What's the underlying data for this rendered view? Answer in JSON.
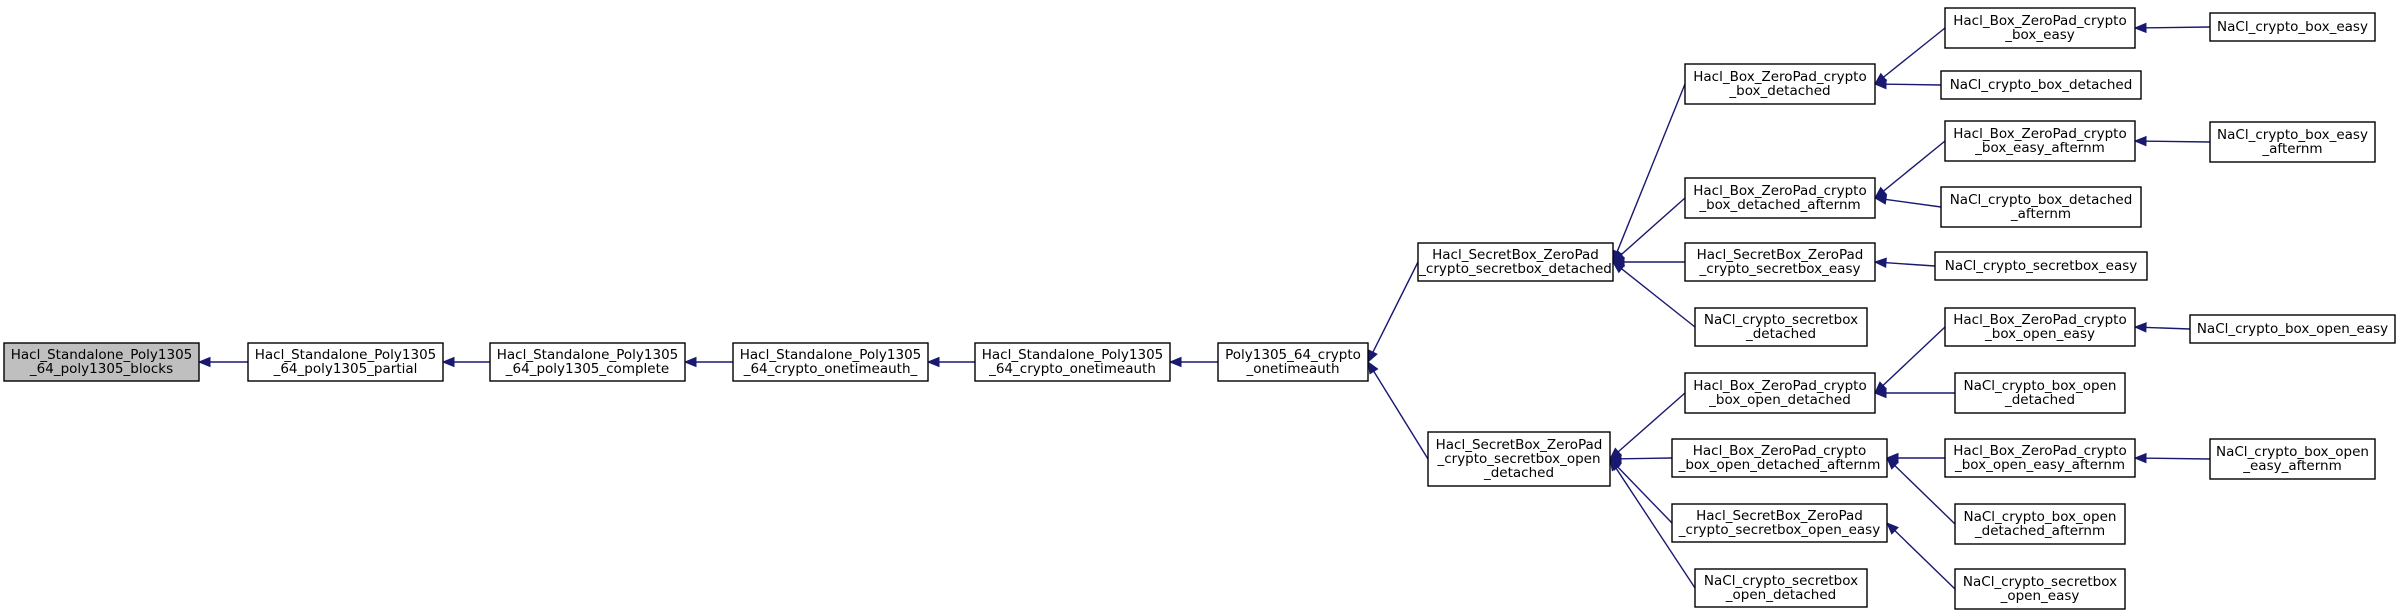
{
  "graph": {
    "nodes": [
      {
        "id": "n0",
        "lines": [
          "Hacl_Standalone_Poly1305",
          "_64_poly1305_blocks"
        ],
        "root": true
      },
      {
        "id": "n1",
        "lines": [
          "Hacl_Standalone_Poly1305",
          "_64_poly1305_partial"
        ]
      },
      {
        "id": "n2",
        "lines": [
          "Hacl_Standalone_Poly1305",
          "_64_poly1305_complete"
        ]
      },
      {
        "id": "n3",
        "lines": [
          "Hacl_Standalone_Poly1305",
          "_64_crypto_onetimeauth_"
        ]
      },
      {
        "id": "n4",
        "lines": [
          "Hacl_Standalone_Poly1305",
          "_64_crypto_onetimeauth"
        ]
      },
      {
        "id": "n5",
        "lines": [
          "Poly1305_64_crypto",
          "_onetimeauth"
        ]
      },
      {
        "id": "n6",
        "lines": [
          "Hacl_SecretBox_ZeroPad",
          "_crypto_secretbox_detached"
        ]
      },
      {
        "id": "n7",
        "lines": [
          "Hacl_SecretBox_ZeroPad",
          "_crypto_secretbox_open",
          "_detached"
        ]
      },
      {
        "id": "n8",
        "lines": [
          "Hacl_Box_ZeroPad_crypto",
          "_box_detached"
        ]
      },
      {
        "id": "n9",
        "lines": [
          "Hacl_Box_ZeroPad_crypto",
          "_box_detached_afternm"
        ]
      },
      {
        "id": "n10",
        "lines": [
          "Hacl_SecretBox_ZeroPad",
          "_crypto_secretbox_easy"
        ]
      },
      {
        "id": "n11",
        "lines": [
          "NaCl_crypto_secretbox",
          "_detached"
        ]
      },
      {
        "id": "n12",
        "lines": [
          "Hacl_Box_ZeroPad_crypto",
          "_box_open_detached"
        ]
      },
      {
        "id": "n13",
        "lines": [
          "Hacl_Box_ZeroPad_crypto",
          "_box_open_detached_afternm"
        ]
      },
      {
        "id": "n14",
        "lines": [
          "Hacl_SecretBox_ZeroPad",
          "_crypto_secretbox_open_easy"
        ]
      },
      {
        "id": "n15",
        "lines": [
          "NaCl_crypto_secretbox",
          "_open_detached"
        ]
      },
      {
        "id": "n16",
        "lines": [
          "Hacl_Box_ZeroPad_crypto",
          "_box_easy"
        ]
      },
      {
        "id": "n17",
        "lines": [
          "NaCl_crypto_box_detached"
        ]
      },
      {
        "id": "n18",
        "lines": [
          "Hacl_Box_ZeroPad_crypto",
          "_box_easy_afternm"
        ]
      },
      {
        "id": "n19",
        "lines": [
          "NaCl_crypto_box_detached",
          "_afternm"
        ]
      },
      {
        "id": "n20",
        "lines": [
          "NaCl_crypto_secretbox_easy"
        ]
      },
      {
        "id": "n21",
        "lines": [
          "Hacl_Box_ZeroPad_crypto",
          "_box_open_easy"
        ]
      },
      {
        "id": "n22",
        "lines": [
          "NaCl_crypto_box_open",
          "_detached"
        ]
      },
      {
        "id": "n23",
        "lines": [
          "Hacl_Box_ZeroPad_crypto",
          "_box_open_easy_afternm"
        ]
      },
      {
        "id": "n24",
        "lines": [
          "NaCl_crypto_box_open",
          "_detached_afternm"
        ]
      },
      {
        "id": "n25",
        "lines": [
          "NaCl_crypto_secretbox",
          "_open_easy"
        ]
      },
      {
        "id": "n26",
        "lines": [
          "NaCl_crypto_box_easy"
        ]
      },
      {
        "id": "n27",
        "lines": [
          "NaCl_crypto_box_easy",
          "_afternm"
        ]
      },
      {
        "id": "n28",
        "lines": [
          "NaCl_crypto_box_open_easy"
        ]
      },
      {
        "id": "n29",
        "lines": [
          "NaCl_crypto_box_open",
          "_easy_afternm"
        ]
      }
    ],
    "edges": [
      [
        "n1",
        "n0"
      ],
      [
        "n2",
        "n1"
      ],
      [
        "n3",
        "n2"
      ],
      [
        "n4",
        "n3"
      ],
      [
        "n5",
        "n4"
      ],
      [
        "n6",
        "n5"
      ],
      [
        "n7",
        "n5"
      ],
      [
        "n8",
        "n6"
      ],
      [
        "n9",
        "n6"
      ],
      [
        "n10",
        "n6"
      ],
      [
        "n11",
        "n6"
      ],
      [
        "n12",
        "n7"
      ],
      [
        "n13",
        "n7"
      ],
      [
        "n14",
        "n7"
      ],
      [
        "n15",
        "n7"
      ],
      [
        "n16",
        "n8"
      ],
      [
        "n17",
        "n8"
      ],
      [
        "n18",
        "n9"
      ],
      [
        "n19",
        "n9"
      ],
      [
        "n20",
        "n10"
      ],
      [
        "n21",
        "n12"
      ],
      [
        "n22",
        "n12"
      ],
      [
        "n23",
        "n13"
      ],
      [
        "n24",
        "n13"
      ],
      [
        "n25",
        "n14"
      ],
      [
        "n26",
        "n16"
      ],
      [
        "n27",
        "n18"
      ],
      [
        "n28",
        "n21"
      ],
      [
        "n29",
        "n23"
      ]
    ]
  }
}
